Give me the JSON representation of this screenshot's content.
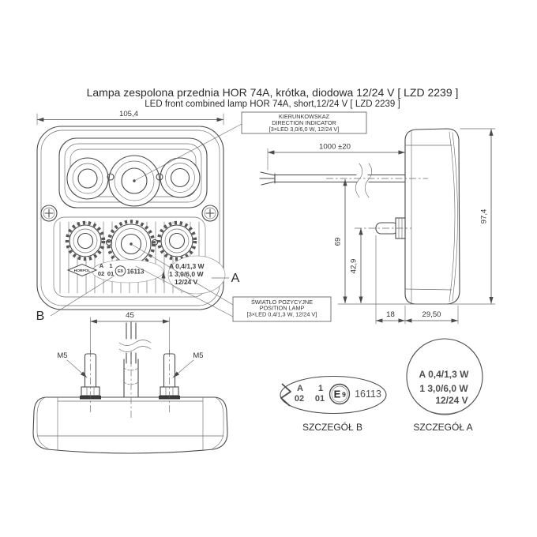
{
  "title": {
    "line1": "Lampa zespolona przednia HOR 74A, krótka, diodowa 12/24 V [ LZD 2239 ]",
    "line2": "LED front combined lamp HOR 74A, short,12/24 V [ LZD 2239 ]"
  },
  "callouts": {
    "direction_indicator": {
      "line1": "KIERUNKOWSKAZ",
      "line2": "DIRECTION INDICATOR",
      "line3": "[3×LED 3,0/6,0 W, 12/24 V]"
    },
    "position_lamp": {
      "line1": "ŚWIATŁO POZYCYJNE",
      "line2": "POSITION LAMP",
      "line3": "[3×LED 0,4/1,3 W, 12/24 V]"
    }
  },
  "dimensions": {
    "front_width": "105,4",
    "cable_length": "1000 ±20",
    "total_height": "97,4",
    "cable_axis_height": "69",
    "stud_axis_height": "42,9",
    "stud_protrusion": "18",
    "body_depth": "29,50",
    "stud_spacing": "45",
    "stud_thread_left": "M5",
    "stud_thread_right": "M5"
  },
  "reference_labels": {
    "detail_a": "A",
    "detail_b": "B"
  },
  "lamp_face_markings": {
    "brand": "HORPOL",
    "code_grid": {
      "r1c1": "A",
      "r2c1": "02",
      "r1c2": "1",
      "r2c2": "01"
    },
    "e_mark": "E9",
    "approval_number": "16113",
    "ratings": {
      "line1": "A 0,4/1,3 W",
      "line2": "1 3,0/6,0 W",
      "line3": "12/24 V"
    }
  },
  "detail_b": {
    "caption": "SZCZEGÓŁ B",
    "code_grid": {
      "r1c1": "A",
      "r2c1": "02",
      "r1c2": "1",
      "r2c2": "01"
    },
    "e_mark_letter": "E",
    "e_mark_number": "9",
    "approval_number": "16113"
  },
  "detail_a": {
    "caption": "SZCZEGÓŁ A",
    "line1": "A  0,4/1,3 W",
    "line2": "1  3,0/6,0 W",
    "line3": "12/24 V"
  },
  "colors": {
    "background": "#ffffff",
    "line": "#4a4a4a",
    "text": "#2b2b2b"
  }
}
